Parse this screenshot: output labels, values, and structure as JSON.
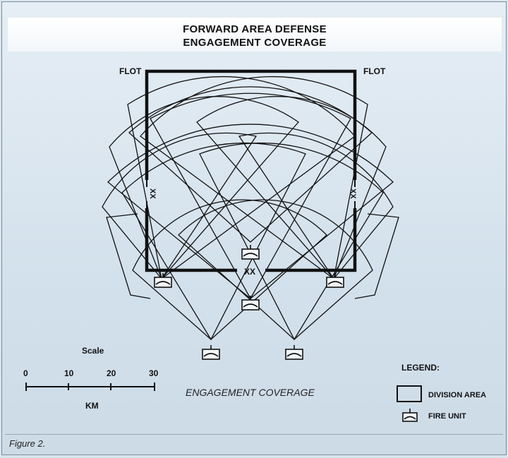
{
  "title": {
    "line1": "FORWARD AREA DEFENSE",
    "line2": "ENGAGEMENT COVERAGE"
  },
  "flot_left": "FLOT",
  "flot_right": "FLOT",
  "boundary_marker": "XX",
  "scale": {
    "title": "Scale",
    "ticks": [
      "0",
      "10",
      "20",
      "30"
    ],
    "unit": "KM"
  },
  "caption": "ENGAGEMENT COVERAGE",
  "legend": {
    "title": "LEGEND:",
    "division_area": "DIVISION AREA",
    "fire_unit": "FIRE UNIT"
  },
  "figure_label": "Figure 2.",
  "colors": {
    "line": "#111111",
    "background": "#d7e4ee",
    "header": "#ffffff"
  },
  "icons": [
    "division-area-icon",
    "fire-unit-icon"
  ]
}
